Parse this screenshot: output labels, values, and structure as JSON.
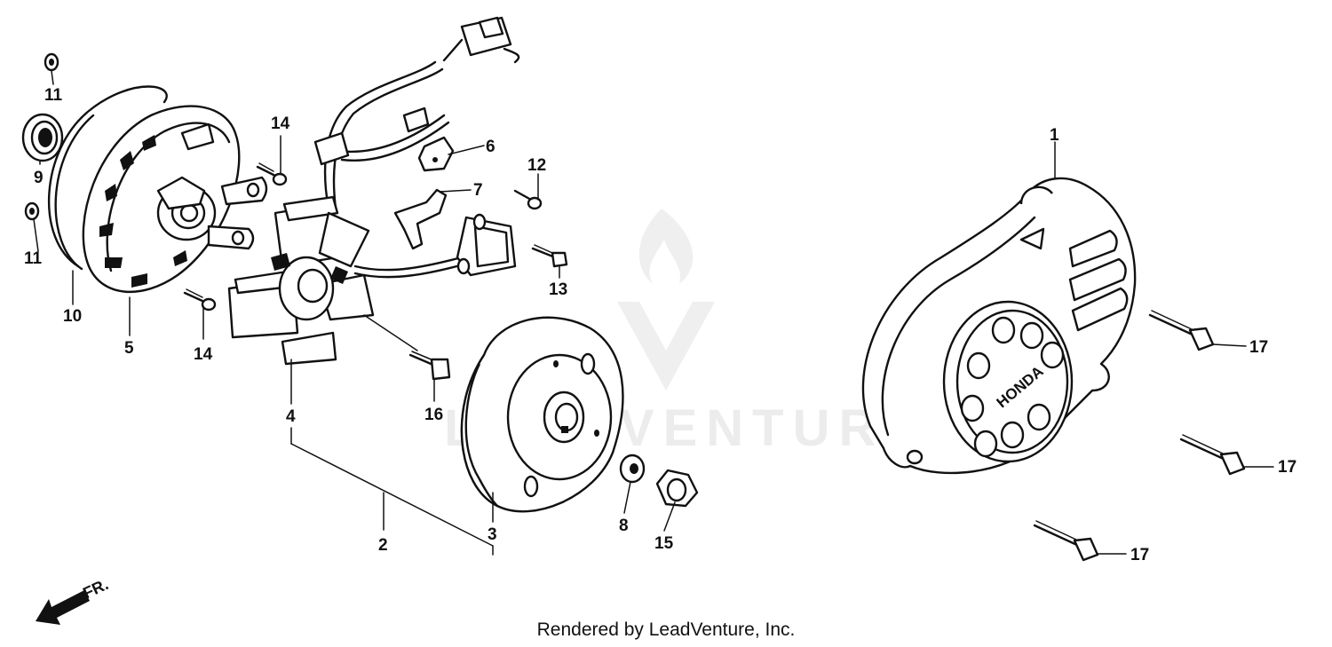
{
  "diagram": {
    "watermark": "LEADVENTURE",
    "direction_label": "FR.",
    "footer": "Rendered by LeadVenture, Inc.",
    "labels": {
      "p1": "1",
      "p2": "2",
      "p3": "3",
      "p4": "4",
      "p5": "5",
      "p6": "6",
      "p7": "7",
      "p8": "8",
      "p9": "9",
      "p10": "10",
      "p11a": "11",
      "p11b": "11",
      "p12": "12",
      "p13": "13",
      "p14a": "14",
      "p14b": "14",
      "p15": "15",
      "p16": "16",
      "p17a": "17",
      "p17b": "17",
      "p17c": "17"
    },
    "cover_logo": "HONDA"
  }
}
